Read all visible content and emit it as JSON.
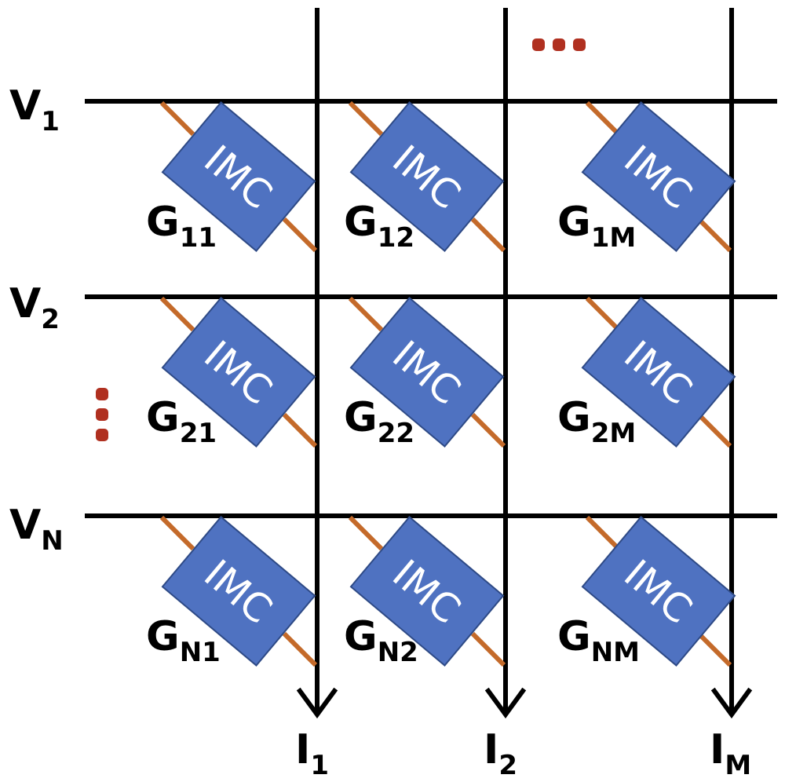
{
  "colors": {
    "wire": "#000000",
    "device_fill": "#4F72C1",
    "device_stroke": "#2E4A86",
    "lead": "#C46A2A",
    "ellipsis": "#B03020"
  },
  "rows": [
    {
      "label": "V",
      "sub": "1"
    },
    {
      "label": "V",
      "sub": "2"
    },
    {
      "label": "V",
      "sub": "N"
    }
  ],
  "columns": [
    {
      "label": "I",
      "sub": "1"
    },
    {
      "label": "I",
      "sub": "2"
    },
    {
      "label": "I",
      "sub": "M"
    }
  ],
  "device_text": "IMC",
  "cells": [
    [
      {
        "label": "G",
        "sub": "11"
      },
      {
        "label": "G",
        "sub": "12"
      },
      {
        "label": "G",
        "sub": "1M"
      }
    ],
    [
      {
        "label": "G",
        "sub": "21"
      },
      {
        "label": "G",
        "sub": "22"
      },
      {
        "label": "G",
        "sub": "2M"
      }
    ],
    [
      {
        "label": "G",
        "sub": "N1"
      },
      {
        "label": "G",
        "sub": "N2"
      },
      {
        "label": "G",
        "sub": "NM"
      }
    ]
  ]
}
